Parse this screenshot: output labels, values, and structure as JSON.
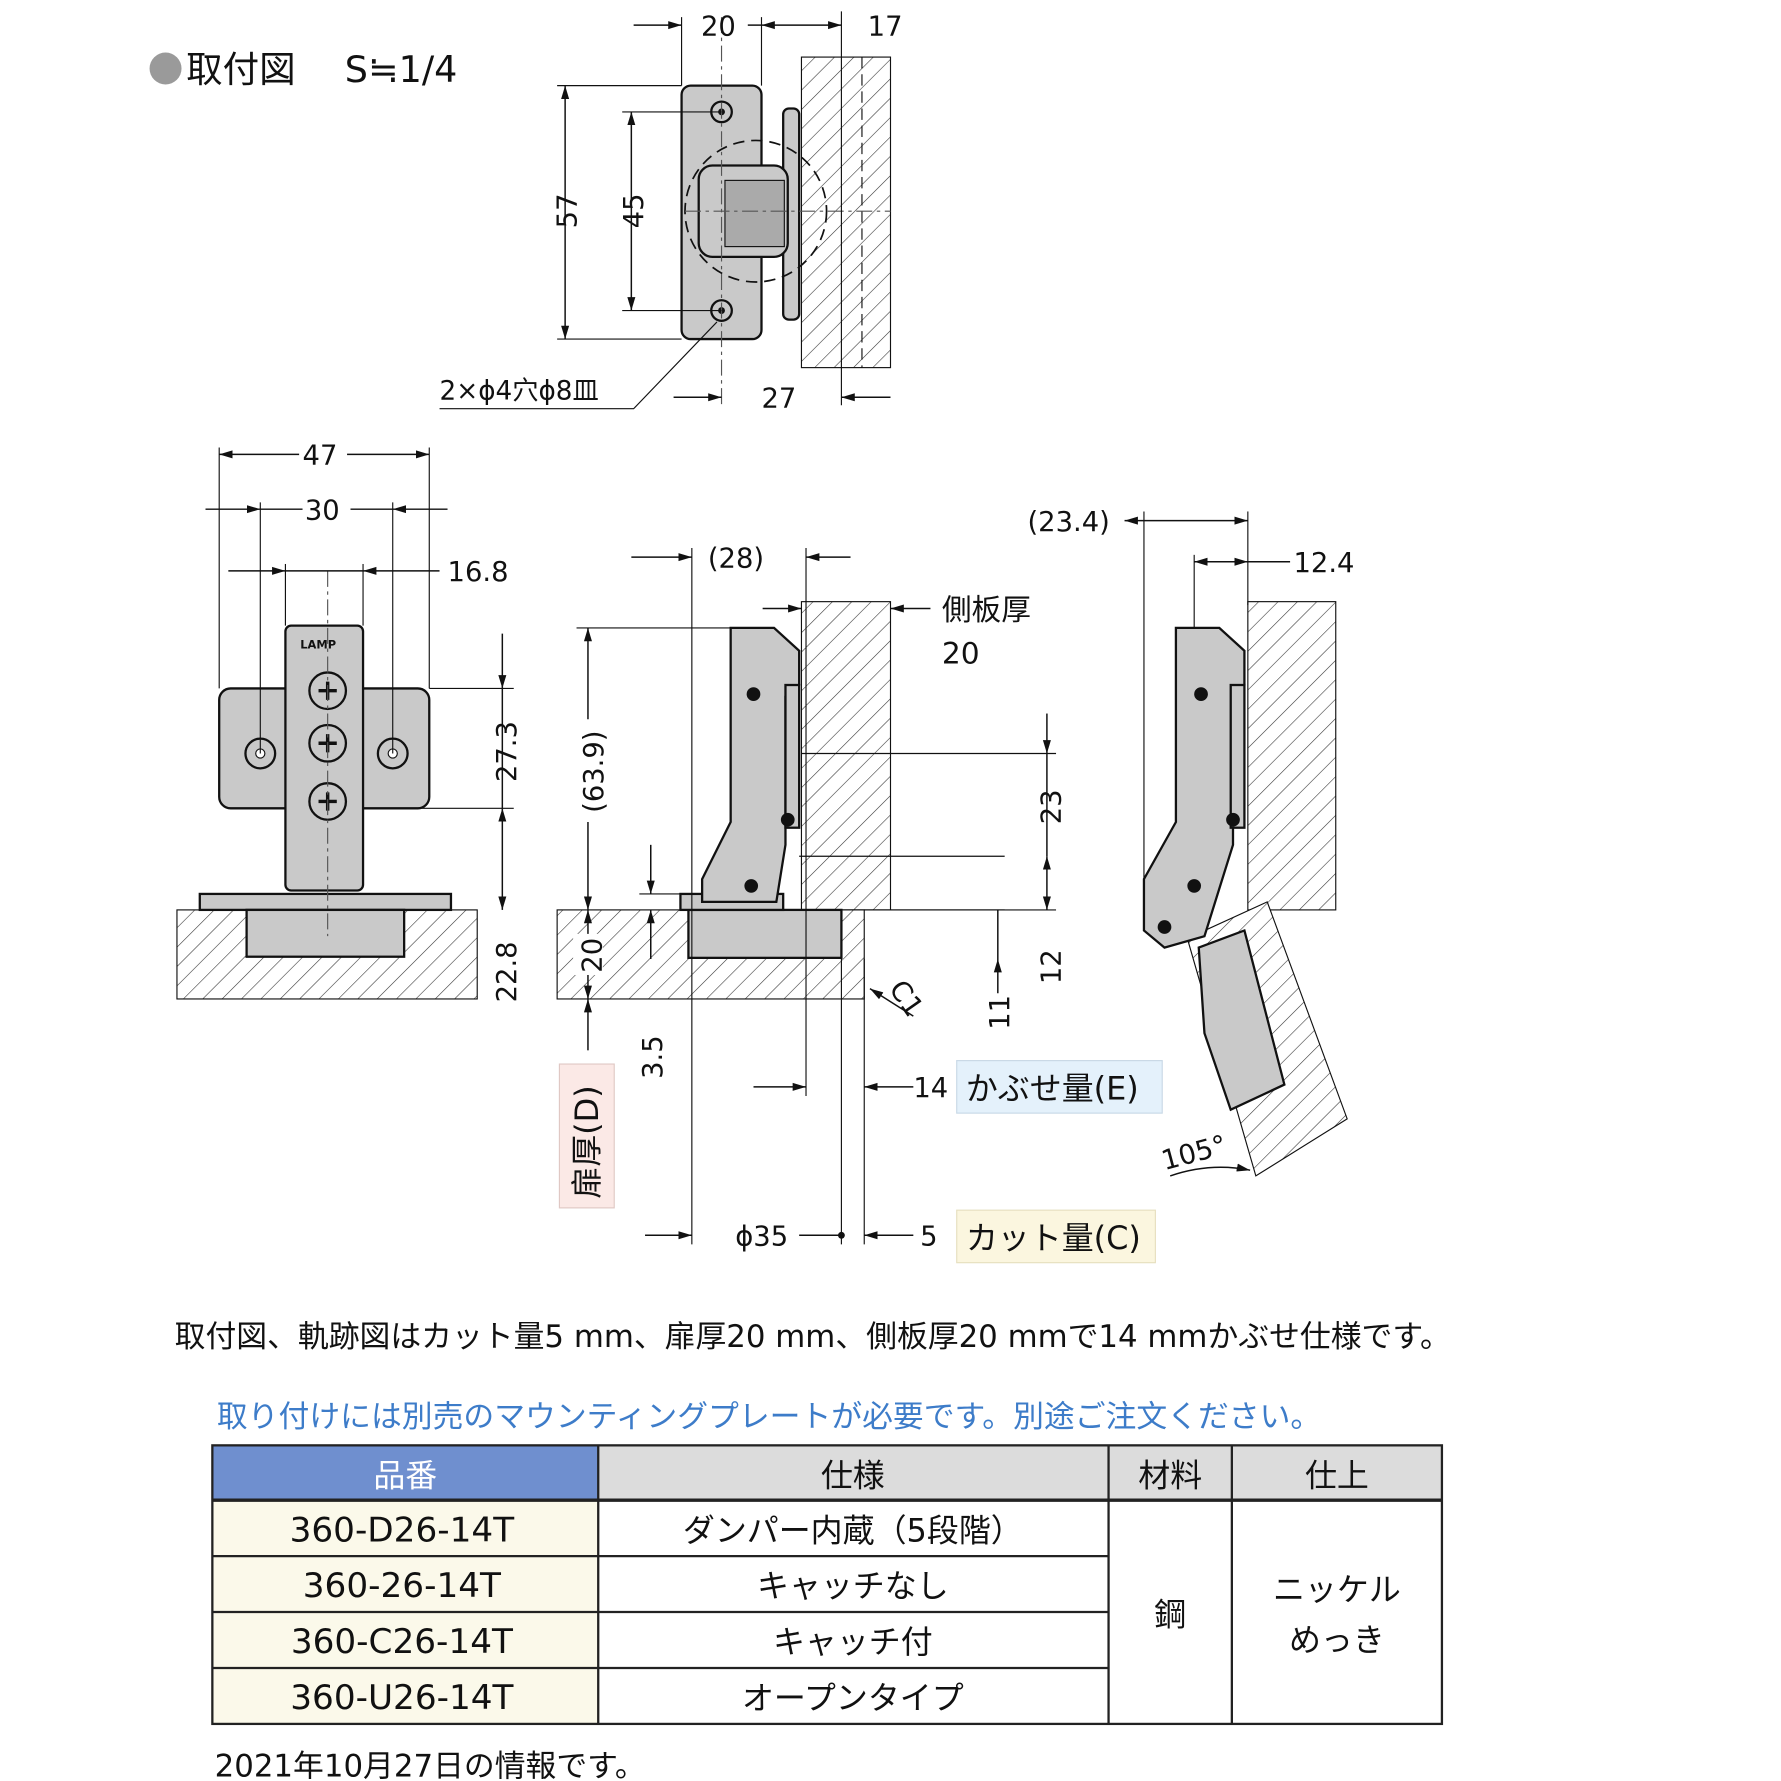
{
  "title": {
    "bullet_color": "#9a9a9a",
    "label": "取付図",
    "scale": "S≒1/4"
  },
  "top_view": {
    "dims": {
      "d20": "20",
      "d17": "17",
      "d57": "57",
      "d45": "45",
      "d27": "27"
    },
    "hole_note": "2×ϕ4穴ϕ8皿"
  },
  "front_view": {
    "brand": "LAMP",
    "dims": {
      "d47": "47",
      "d30": "30",
      "d16_8": "16.8",
      "d27_3": "27.3",
      "d22_8": "22.8"
    }
  },
  "side_view": {
    "dims": {
      "d28": "(28)",
      "side_panel_label": "側板厚",
      "side_panel_value": "20",
      "d63_9": "(63.9)",
      "d20": "20",
      "d3_5": "3.5",
      "d23": "23",
      "d12": "12",
      "d11": "11",
      "c1": "C1",
      "d14": "14",
      "d35": "ϕ35",
      "d5": "5"
    },
    "overlay_label": "かぶせ量(E)",
    "overlay_color": "#e4f1fb",
    "door_label": "扉厚(D)",
    "door_color": "#fbe9e6",
    "cut_label": "カット量(C)",
    "cut_color": "#fbf6df"
  },
  "open_view": {
    "dims": {
      "d23_4": "(23.4)",
      "d12_4": "12.4",
      "angle": "105°"
    }
  },
  "note": "取付図、軌跡図はカット量5 mm、扉厚20 mm、側板厚20 mmで14 mmかぶせ仕様です。",
  "notice": "取り付けには別売のマウンティングプレートが必要です。別途ご注文ください。",
  "notice_color": "#3d7cc9",
  "table": {
    "headers": [
      "品番",
      "仕様",
      "材料",
      "仕上"
    ],
    "header_color": "#6f8fcf",
    "rows": [
      {
        "part": "360-D26-14T",
        "spec": "ダンパー内蔵（5段階）"
      },
      {
        "part": "360-26-14T",
        "spec": "キャッチなし"
      },
      {
        "part": "360-C26-14T",
        "spec": "キャッチ付"
      },
      {
        "part": "360-U26-14T",
        "spec": "オープンタイプ"
      }
    ],
    "material": "鋼",
    "finish_line1": "ニッケル",
    "finish_line2": "めっき"
  },
  "date_note": "2021年10月27日の情報です。"
}
